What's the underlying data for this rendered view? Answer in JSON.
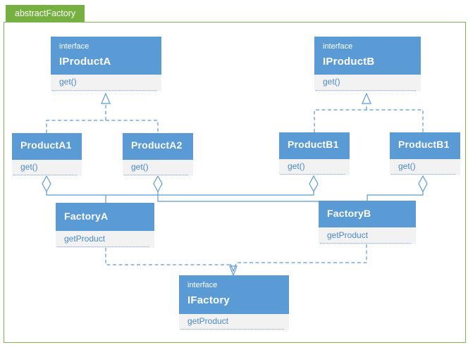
{
  "diagram": {
    "tab_label": "abstractFactory",
    "colors": {
      "node_blue": "#5b9bd5",
      "method_row_bg": "#f2f2f2",
      "method_text_blue": "#4a89c7",
      "connector_blue": "#5b9bd5",
      "tab_green": "#76b041",
      "border_green": "#7cb454"
    }
  },
  "nodes": {
    "iproducta": {
      "stereotype": "interface",
      "name": "IProductA",
      "method": "get()"
    },
    "iproductb": {
      "stereotype": "interface",
      "name": "IProductB",
      "method": "get()"
    },
    "producta1": {
      "name": "ProductA1",
      "method": "get()"
    },
    "producta2": {
      "name": "ProductA2",
      "method": "get()"
    },
    "productb1a": {
      "name": "ProductB1",
      "method": "get()"
    },
    "productb1b": {
      "name": "ProductB1",
      "method": "get()"
    },
    "factorya": {
      "name": "FactoryA",
      "method": "getProduct"
    },
    "factoryb": {
      "name": "FactoryB",
      "method": "getProduct"
    },
    "ifactory": {
      "stereotype": "interface",
      "name": "IFactory",
      "method": "getProduct"
    }
  }
}
